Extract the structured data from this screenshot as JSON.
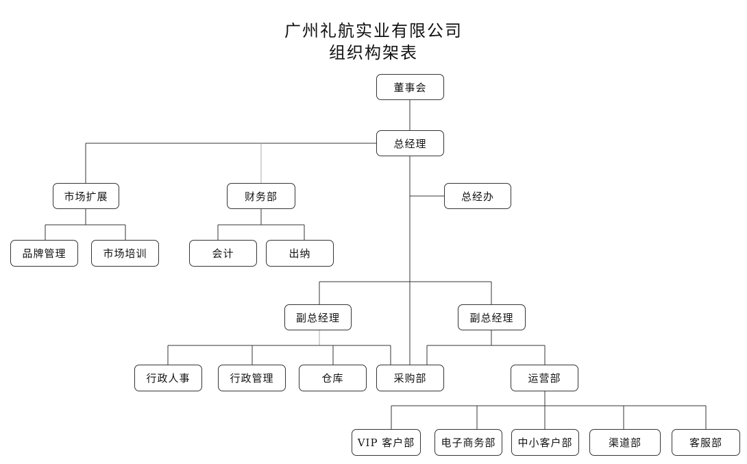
{
  "title": {
    "line1": "广州礼航实业有限公司",
    "line2": "组织构架表"
  },
  "nodes": {
    "board": "董事会",
    "ceo": "总经理",
    "ceo_office": "总经办",
    "marketing": "市场扩展",
    "brand": "品牌管理",
    "market_training": "市场培训",
    "finance": "财务部",
    "accounting": "会计",
    "cashier": "出纳",
    "vp_left": "副总经理",
    "vp_right": "副总经理",
    "hr": "行政人事",
    "admin": "行政管理",
    "warehouse": "仓库",
    "purchasing": "采购部",
    "operations": "运营部",
    "vip": "VIP 客户部",
    "ecommerce": "电子商务部",
    "sme": "中小客户部",
    "channel": "渠道部",
    "service": "客服部"
  }
}
